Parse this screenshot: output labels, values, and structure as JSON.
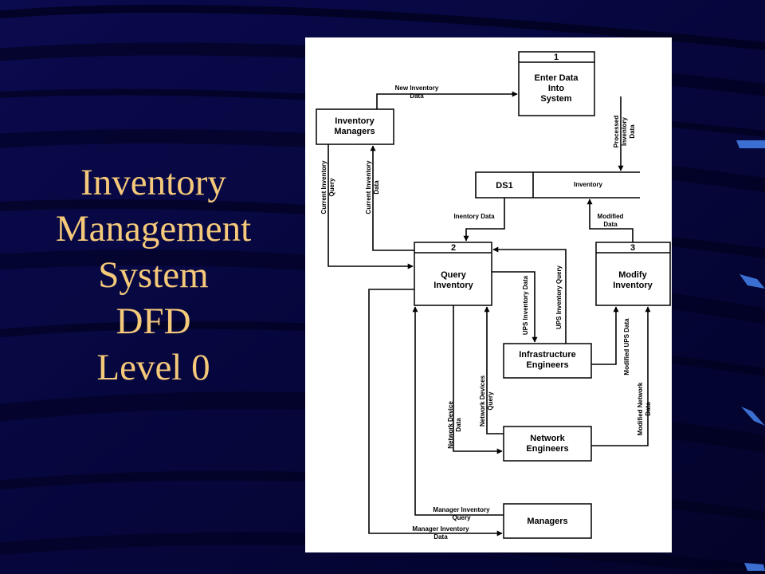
{
  "slide": {
    "title_lines": [
      "Inventory",
      "Management",
      "System",
      "DFD",
      "Level 0"
    ],
    "colors": {
      "background": "#06063f",
      "title": "#f5c97a",
      "panel": "#ffffff",
      "accent": "#3b6fd1"
    }
  },
  "dfd": {
    "processes": [
      {
        "number": "1",
        "lines": [
          "Enter Data",
          "Into",
          "System"
        ]
      },
      {
        "number": "2",
        "lines": [
          "Query",
          "Inventory"
        ]
      },
      {
        "number": "3",
        "lines": [
          "Modify",
          "Inventory"
        ]
      }
    ],
    "data_store": {
      "id": "DS1",
      "name": "Inventory"
    },
    "entities": [
      {
        "lines": [
          "Inventory",
          "Managers"
        ]
      },
      {
        "lines": [
          "Infrastructure",
          "Engineers"
        ]
      },
      {
        "lines": [
          "Network",
          "Engineers"
        ]
      },
      {
        "lines": [
          "Managers"
        ]
      }
    ],
    "flows": [
      {
        "lines": [
          "New Inventory",
          "Data"
        ]
      },
      {
        "lines": [
          "Processed",
          "Inventory",
          "Data"
        ]
      },
      {
        "lines": [
          "Current Inventory",
          "Query"
        ]
      },
      {
        "lines": [
          "Current Inventory",
          "Data"
        ]
      },
      {
        "lines": [
          "Inentory Data"
        ]
      },
      {
        "lines": [
          "Modified",
          "Data"
        ]
      },
      {
        "lines": [
          "UPS Inventory Data"
        ]
      },
      {
        "lines": [
          "UPS  Inventory Query"
        ]
      },
      {
        "lines": [
          "Modified UPS Data"
        ]
      },
      {
        "lines": [
          "Network Device",
          "Data"
        ]
      },
      {
        "lines": [
          "Network Devices",
          "Query"
        ]
      },
      {
        "lines": [
          "Modified Network",
          "Data"
        ]
      },
      {
        "lines": [
          "Manager Inventory",
          "Query"
        ]
      },
      {
        "lines": [
          "Manager Inventory",
          "Data"
        ]
      }
    ]
  }
}
